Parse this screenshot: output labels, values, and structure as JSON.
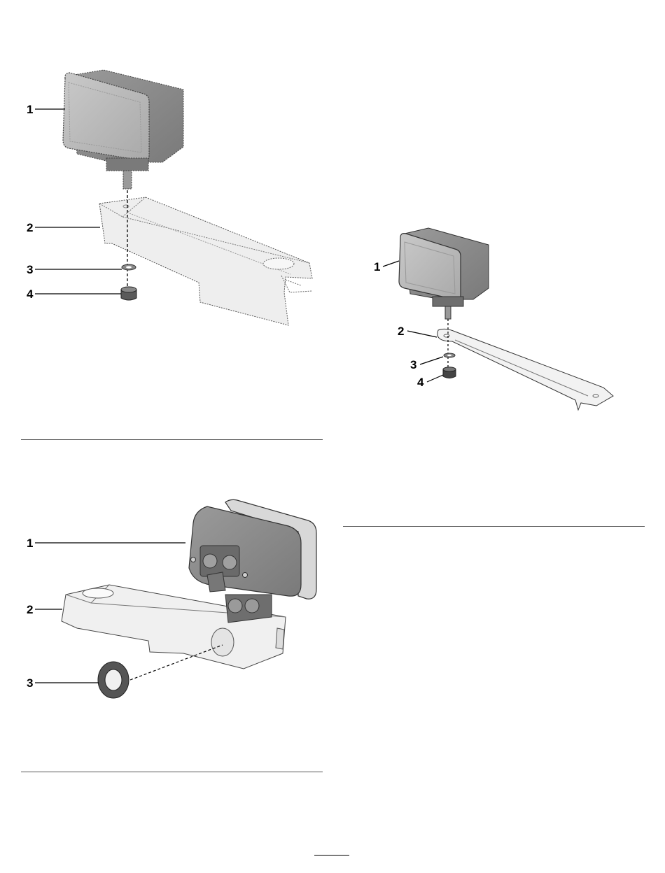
{
  "figures": [
    {
      "name": "figure-light-on-mount-bracket",
      "callouts": [
        "1",
        "2",
        "3",
        "4"
      ]
    },
    {
      "name": "figure-light-on-flat-bracket",
      "callouts": [
        "1",
        "2",
        "3",
        "4"
      ]
    },
    {
      "name": "figure-light-rear-with-grommet",
      "callouts": [
        "1",
        "2",
        "3"
      ]
    }
  ],
  "colors": {
    "lamp_face": "#bdbdbd",
    "lamp_body": "#8f8f8f",
    "bracket_fill": "#eeeeee",
    "outline": "#3a3a3a",
    "grommet": "#555555"
  },
  "icons": [
    "work-light-icon",
    "mounting-bracket-icon",
    "washer-icon",
    "nut-icon",
    "grommet-icon"
  ]
}
